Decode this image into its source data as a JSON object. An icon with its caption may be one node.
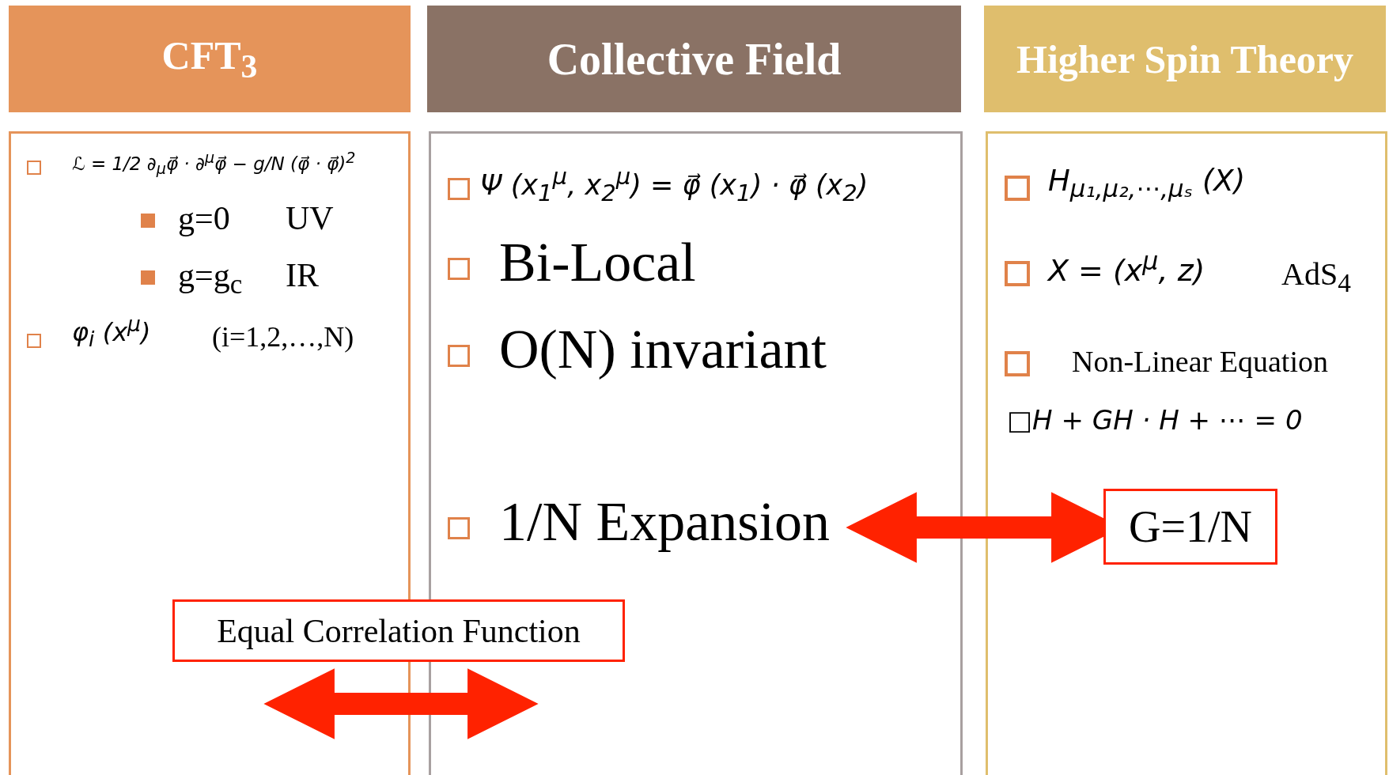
{
  "diagram": {
    "nodes": [
      {
        "text": [
          "CFT$_{3}$"
        ]
      },
      {
        "text": [
          "Collective Field"
        ]
      },
      {
        "text": [
          "Higher Spin Theory"
        ]
      },
      {
        "text": [
          "ℒ = 1/2 ∂$_{μ}$φ⃗ · ∂$^{μ}$φ⃗ − g/N (φ⃗ · φ⃗)$^{2}$",
          "g=0",
          "UV",
          "g=g$_{c}$",
          "IR",
          "φ$_{i}$ (x$^{μ}$)",
          "(i=1,2,…,N)"
        ]
      },
      {
        "text": [
          "Ψ (x$_{1}$$^{μ}$, x$_{2}$$^{μ}$) = φ⃗ (x$_{1}$) · φ⃗ (x$_{2}$)",
          "Bi-Local",
          "O(N) invariant",
          "1/N Expansion"
        ]
      },
      {
        "text": [
          "H$_{μ₁,μ₂,⋯,μₛ}$ (X)",
          "X = (x$^{μ}$, z)",
          "AdS$_{4}$",
          "Non-Linear Equation",
          "□H + GH · H + ⋯ = 0"
        ]
      },
      {
        "text": [
          "G=1/N"
        ],
        "in": 5
      },
      {
        "text": [
          "Equal Correlation Function"
        ]
      }
    ],
    "edges": [
      {
        "from": 4,
        "to": 6,
        "arrow": "both"
      },
      {
        "from": 3,
        "to": 4,
        "arrow": "both"
      }
    ]
  }
}
